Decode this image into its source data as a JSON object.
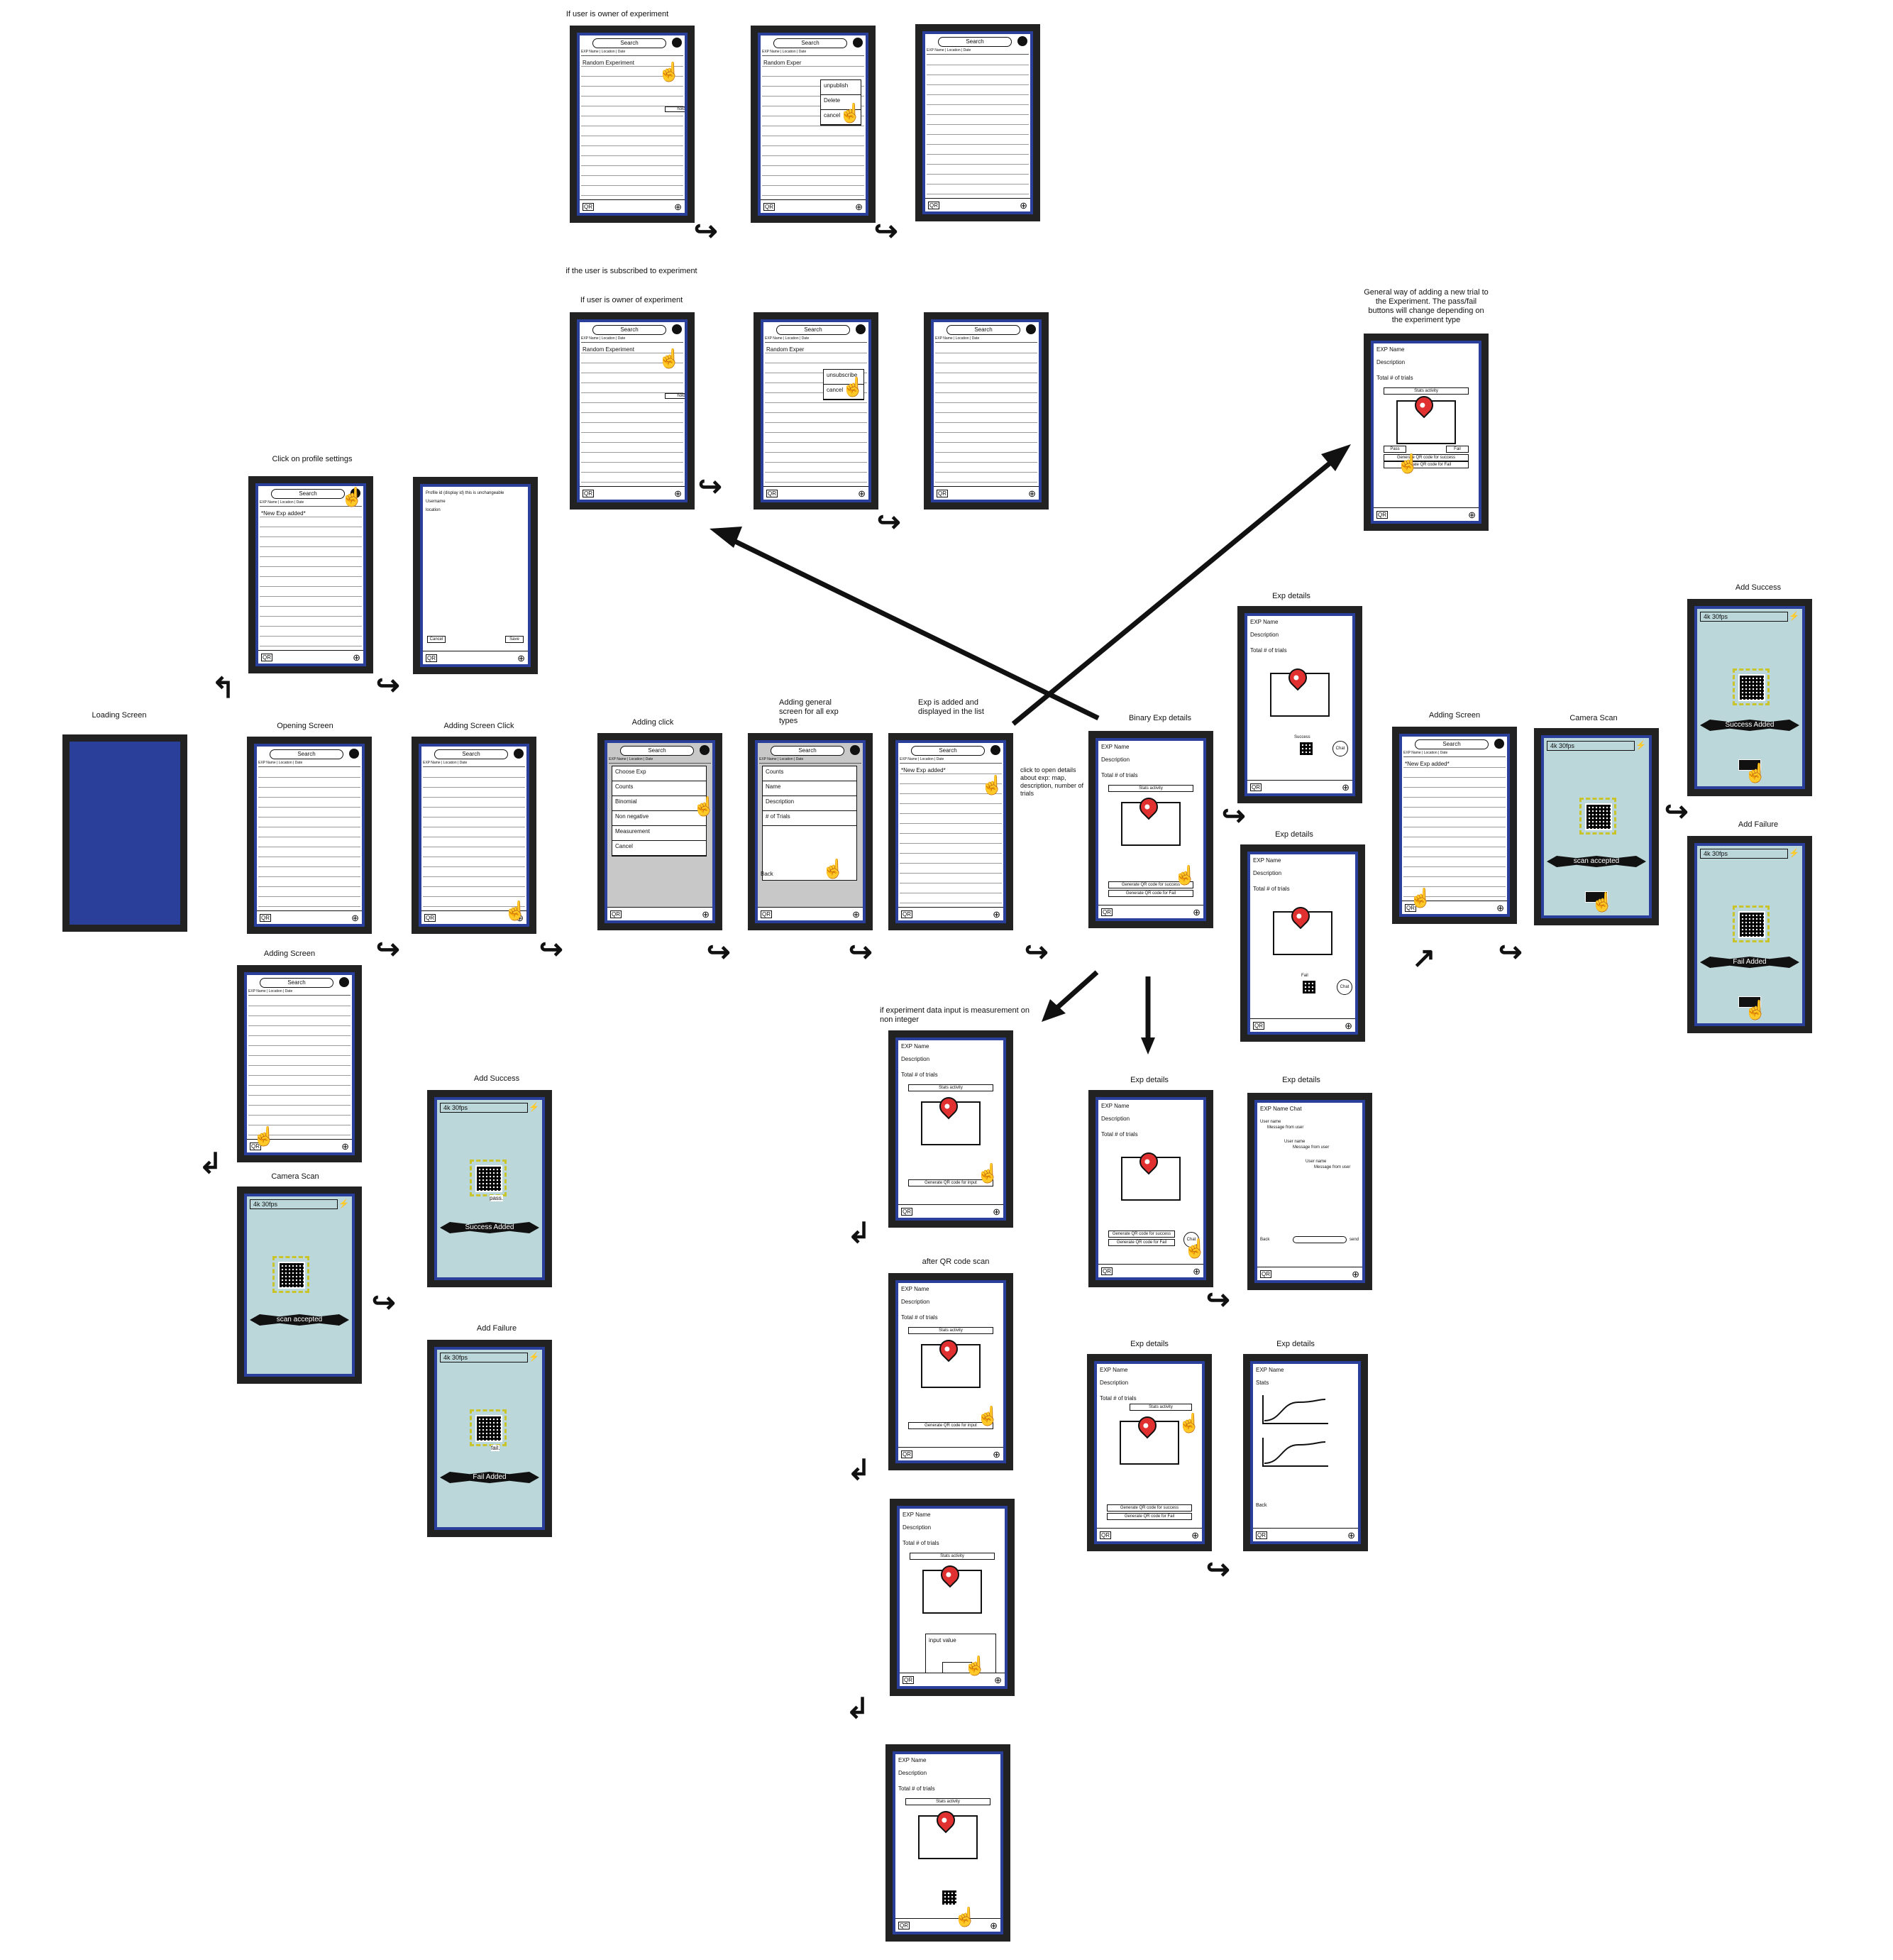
{
  "labels": {
    "owner_exp_1": "If user is owner of experiment",
    "subscribed": "if the user is subscribed to experiment",
    "owner_exp_2": "If user is owner of experiment",
    "profile": "Click on profile settings",
    "loading": "Loading Screen",
    "opening": "Opening Screen",
    "adding_click_screen": "Adding Screen  Click",
    "adding_click": "Adding click",
    "adding_general": "Adding general screen for all exp types",
    "exp_added": "Exp is added and displayed in the list",
    "click_details": "click to open details about exp: map, description, number of trials",
    "binary": "Binary Exp details",
    "general_trial": "General way of adding a new trial to the Experiment. The pass/fail buttons will change depending on the experiment type",
    "exp_details": "Exp details",
    "adding_screen": "Adding Screen",
    "camera_scan": "Camera Scan",
    "add_success": "Add Success",
    "add_failure": "Add Failure",
    "measurement": "if experiment data input is measurement on non integer",
    "after_qr": "after QR code scan"
  },
  "ui": {
    "search": "Search",
    "list_header": "EXP Name | Location | Date",
    "random_exp": "Random Experiment",
    "random_exper": "Random Exper",
    "hold": "hold for 3secs",
    "new_exp": "*New Exp added*",
    "qr": "QR",
    "plus": "⊕",
    "unpublish": "unpublish",
    "delete": "Delete",
    "cancel": "cancel",
    "unsubscribe": "unsubscribe",
    "profile_title": "Profile id (display id) this is unchangeable",
    "username": "Username",
    "location": "location",
    "cancel_btn": "Cancel",
    "save_btn": "Save",
    "choose_exp": "Choose Exp",
    "counts": "Counts",
    "binomial": "Binomial",
    "non_negative": "Non negative",
    "measurement": "Measurement",
    "cancel_menu": "Cancel",
    "name": "Name",
    "description": "Description",
    "trials": "# of Trials",
    "back": "Back",
    "exp_name": "EXP Name",
    "exp_desc": "Description",
    "total_trials": "Total # of trials",
    "stats_activity": "Stats activity",
    "pass": "Pass",
    "fail": "Fail",
    "gen_success": "Generate QR code for success",
    "gen_fail": "Generate QR code for Fail",
    "gen_input": "Generate QR code for input",
    "success": "Success",
    "fail_word": "Fail",
    "chat": "Chat",
    "cam_res": "4k 30fps",
    "scan_accepted": "scan accepted",
    "success_added": "Success Added",
    "fail_added": "Fail Added",
    "pass_lower": "pass.",
    "fail_lower": "fail.",
    "chat_title": "EXP Name Chat",
    "user_name": "User name",
    "message": "Message from user",
    "send": "send",
    "stats": "Stats",
    "input_value": "input value"
  },
  "colors": {
    "screen_border": "#2a3f9a",
    "phone": "#222222",
    "camera_bg": "#bcd7da",
    "pin": "#e13030"
  }
}
